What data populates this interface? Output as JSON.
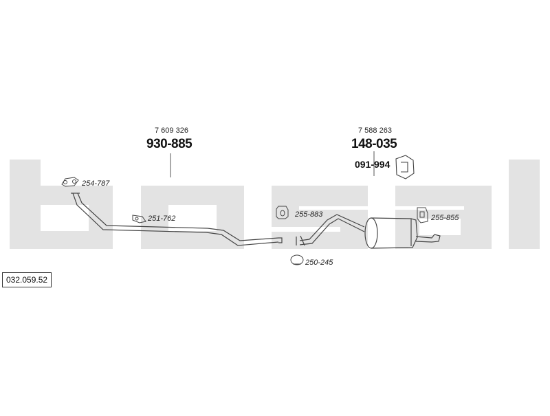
{
  "diagram": {
    "reference_number": "032.059.52",
    "brand_watermark": "bosal",
    "parts": [
      {
        "oe_number": "7 609 326",
        "part_number": "930-885"
      },
      {
        "oe_number": "7 588 263",
        "part_number": "148-035"
      }
    ],
    "mount": {
      "part_number": "091-994"
    },
    "accessories": [
      {
        "code": "254-787",
        "icon": "gasket-icon"
      },
      {
        "code": "251-762",
        "icon": "clamp-icon"
      },
      {
        "code": "255-883",
        "icon": "rubber-hanger-icon"
      },
      {
        "code": "250-245",
        "icon": "pipe-clamp-icon"
      },
      {
        "code": "255-855",
        "icon": "bracket-icon"
      }
    ],
    "colors": {
      "watermark": "#e3e3e3",
      "lines": "#444444"
    }
  }
}
